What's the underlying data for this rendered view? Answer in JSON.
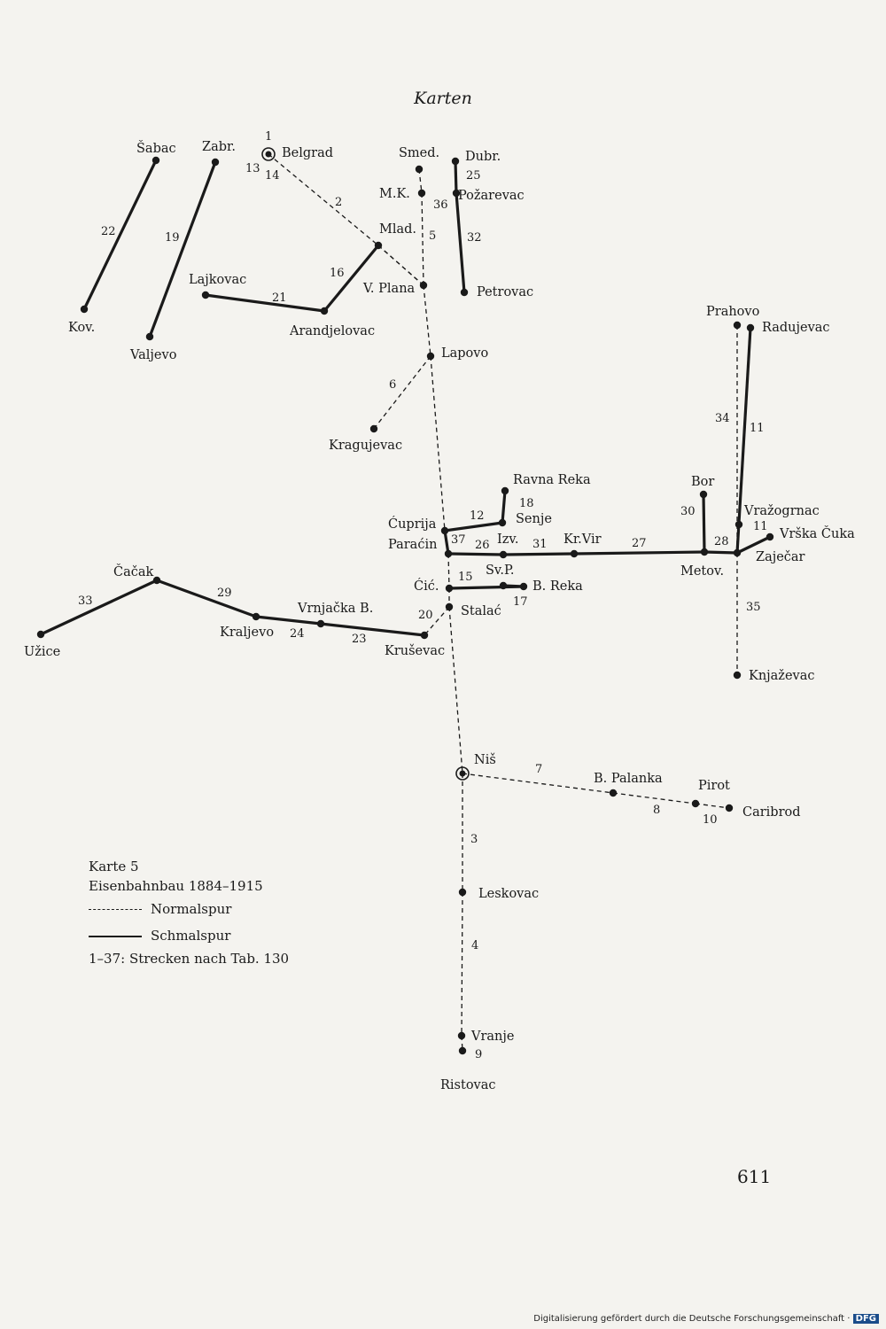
{
  "header": {
    "title": "Karten"
  },
  "page_number": "611",
  "legend": {
    "title": "Karte 5",
    "subtitle": "Eisenbahnbau 1884–1915",
    "standard_label": "Normalspur",
    "narrow_label": "Schmalspur",
    "note": "1–37: Strecken nach Tab. 130"
  },
  "footer": {
    "credit": "Digitalisierung gefördert durch die Deutsche Forschungsgemeinschaft ·",
    "logo": "DFG"
  },
  "stations": [
    {
      "id": "belgrad",
      "name": "Belgrad",
      "major": true
    },
    {
      "id": "sabac",
      "name": "Šabac"
    },
    {
      "id": "zabr",
      "name": "Zabr."
    },
    {
      "id": "kov",
      "name": "Kov."
    },
    {
      "id": "valjevo",
      "name": "Valjevo"
    },
    {
      "id": "lajkovac",
      "name": "Lajkovac"
    },
    {
      "id": "arandjelovac",
      "name": "Arandjelovac"
    },
    {
      "id": "mlad",
      "name": "Mlad."
    },
    {
      "id": "smed",
      "name": "Smed."
    },
    {
      "id": "mk",
      "name": "M.K."
    },
    {
      "id": "dubr",
      "name": "Dubr."
    },
    {
      "id": "pozarevac",
      "name": "Požarevac"
    },
    {
      "id": "petrovac",
      "name": "Petrovac"
    },
    {
      "id": "vplana",
      "name": "V. Plana"
    },
    {
      "id": "lapovo",
      "name": "Lapovo"
    },
    {
      "id": "kragujevac",
      "name": "Kragujevac"
    },
    {
      "id": "cuprija",
      "name": "Ćuprija"
    },
    {
      "id": "paracin",
      "name": "Paraćin"
    },
    {
      "id": "ravnareka",
      "name": "Ravna Reka"
    },
    {
      "id": "senje",
      "name": "Senje"
    },
    {
      "id": "izv",
      "name": "Izv."
    },
    {
      "id": "krvir",
      "name": "Kr.Vir"
    },
    {
      "id": "metov",
      "name": "Metov."
    },
    {
      "id": "bor",
      "name": "Bor"
    },
    {
      "id": "zajecar",
      "name": "Zaječar"
    },
    {
      "id": "vrazogrnac",
      "name": "Vražogrnac"
    },
    {
      "id": "vrskacuka",
      "name": "Vrška Čuka"
    },
    {
      "id": "prahovo",
      "name": "Prahovo"
    },
    {
      "id": "radujevac",
      "name": "Radujevac"
    },
    {
      "id": "knjazevac",
      "name": "Knjaževac"
    },
    {
      "id": "cic",
      "name": "Ćić."
    },
    {
      "id": "svp",
      "name": "Sv.P."
    },
    {
      "id": "breka",
      "name": "B. Reka"
    },
    {
      "id": "stalac",
      "name": "Stalać"
    },
    {
      "id": "krusevac",
      "name": "Kruševac"
    },
    {
      "id": "vrnjacka",
      "name": "Vrnjačka B."
    },
    {
      "id": "kraljevo",
      "name": "Kraljevo"
    },
    {
      "id": "cacak",
      "name": "Čačak"
    },
    {
      "id": "uzice",
      "name": "Užice"
    },
    {
      "id": "nis",
      "name": "Niš",
      "major": true
    },
    {
      "id": "bpalanka",
      "name": "B. Palanka"
    },
    {
      "id": "pirot",
      "name": "Pirot"
    },
    {
      "id": "caribrod",
      "name": "Caribrod"
    },
    {
      "id": "leskovac",
      "name": "Leskovac"
    },
    {
      "id": "vranje",
      "name": "Vranje"
    },
    {
      "id": "ristovac",
      "name": "Ristovac"
    }
  ],
  "routes": [
    {
      "num": "1",
      "gauge": "standard"
    },
    {
      "num": "2",
      "gauge": "standard"
    },
    {
      "num": "3",
      "gauge": "standard"
    },
    {
      "num": "4",
      "gauge": "standard"
    },
    {
      "num": "5",
      "gauge": "standard"
    },
    {
      "num": "6",
      "gauge": "standard"
    },
    {
      "num": "7",
      "gauge": "standard"
    },
    {
      "num": "8",
      "gauge": "standard"
    },
    {
      "num": "9",
      "gauge": "standard"
    },
    {
      "num": "10",
      "gauge": "standard"
    },
    {
      "num": "11",
      "gauge": "narrow"
    },
    {
      "num": "12",
      "gauge": "narrow"
    },
    {
      "num": "13",
      "gauge": "standard"
    },
    {
      "num": "14",
      "gauge": "standard"
    },
    {
      "num": "15",
      "gauge": "narrow"
    },
    {
      "num": "16",
      "gauge": "narrow"
    },
    {
      "num": "17",
      "gauge": "narrow"
    },
    {
      "num": "18",
      "gauge": "narrow"
    },
    {
      "num": "19",
      "gauge": "narrow"
    },
    {
      "num": "20",
      "gauge": "standard"
    },
    {
      "num": "21",
      "gauge": "narrow"
    },
    {
      "num": "22",
      "gauge": "narrow"
    },
    {
      "num": "23",
      "gauge": "narrow"
    },
    {
      "num": "24",
      "gauge": "narrow"
    },
    {
      "num": "25",
      "gauge": "narrow"
    },
    {
      "num": "26",
      "gauge": "narrow"
    },
    {
      "num": "27",
      "gauge": "narrow"
    },
    {
      "num": "28",
      "gauge": "narrow"
    },
    {
      "num": "29",
      "gauge": "narrow"
    },
    {
      "num": "30",
      "gauge": "narrow"
    },
    {
      "num": "31",
      "gauge": "narrow"
    },
    {
      "num": "32",
      "gauge": "narrow"
    },
    {
      "num": "33",
      "gauge": "narrow"
    },
    {
      "num": "34",
      "gauge": "standard"
    },
    {
      "num": "35",
      "gauge": "standard"
    },
    {
      "num": "36",
      "gauge": "standard"
    },
    {
      "num": "37",
      "gauge": "narrow"
    }
  ]
}
